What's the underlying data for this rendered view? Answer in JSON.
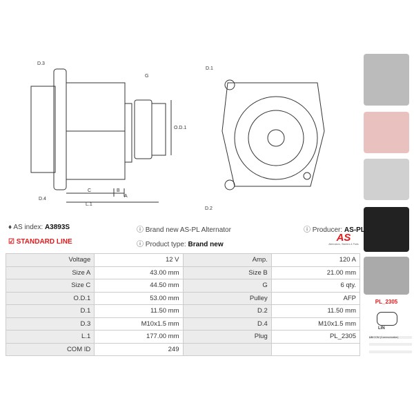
{
  "drawing_labels": {
    "d3": "D.3",
    "d4": "D.4",
    "g": "G",
    "od1": "O.D.1",
    "c": "C",
    "b": "B",
    "a": "A",
    "l1": "L.1",
    "d1": "D.1",
    "d2": "D.2"
  },
  "info": {
    "as_index_label": "AS index:",
    "as_index": "A3893S",
    "standard_line": "STANDARD LINE",
    "description": "Brand new AS-PL Alternator",
    "product_type_label": "Product type:",
    "product_type": "Brand new",
    "producer_label": "Producer:",
    "producer": "AS-PL",
    "logo_text": "AS",
    "logo_sub": "Alternators, Starters & Parts"
  },
  "specs": [
    [
      "Voltage",
      "12 V",
      "Amp.",
      "120 A"
    ],
    [
      "Size A",
      "43.00 mm",
      "Size B",
      "21.00 mm"
    ],
    [
      "Size C",
      "44.50 mm",
      "G",
      "6 qty."
    ],
    [
      "O.D.1",
      "53.00 mm",
      "Pulley",
      "AFP"
    ],
    [
      "D.1",
      "11.50 mm",
      "D.2",
      "11.50 mm"
    ],
    [
      "D.3",
      "M10x1.5 mm",
      "D.4",
      "M10x1.5 mm"
    ],
    [
      "L.1",
      "177.00 mm",
      "Plug",
      "PL_2305"
    ],
    [
      "COM ID",
      "249",
      "",
      ""
    ]
  ],
  "plug": {
    "code": "PL_2305",
    "pin": "LIN",
    "legend_key": "LIN",
    "legend_val": "COM (Communication)"
  },
  "colors": {
    "accent": "#e3191b",
    "label_bg": "#ececec"
  }
}
